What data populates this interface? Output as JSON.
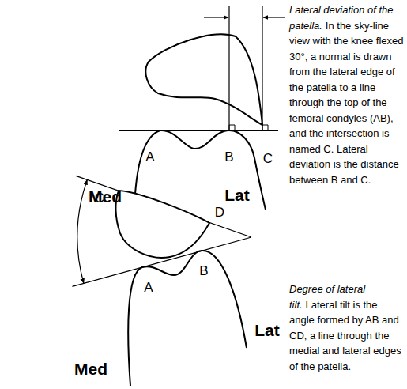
{
  "diagram": {
    "labels": [
      "A",
      "B",
      "C",
      "Med",
      "Lat",
      "Lateral deviation of the patella.",
      "In the sky-line view with the knee flexed 30°, a normal is drawn from the lateral edge of the patella to a line through the top of the femoral condyles (AB), and the intersection is named C. Lateral deviation is the distance between B and C.",
      "C",
      "D",
      "A",
      "B",
      "Lat",
      "Med",
      "Degree of lateral tilt.",
      "Lateral tilt is the angle formed by AB and CD, a line through the medial and lateral edges of the patella."
    ]
  }
}
